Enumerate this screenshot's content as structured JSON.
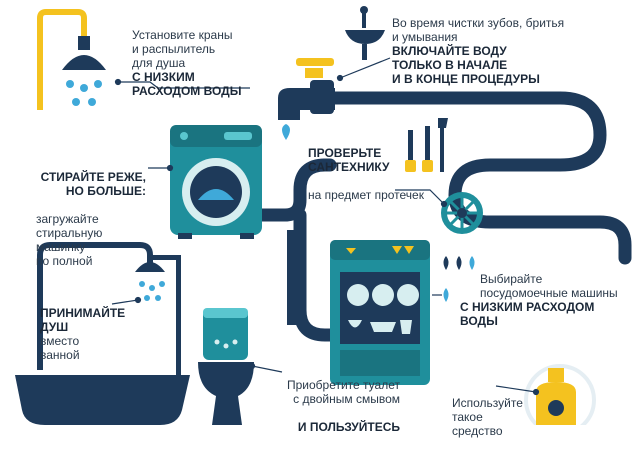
{
  "colors": {
    "pipe": "#1e3a5a",
    "teal": "#1f8f9c",
    "teal_light": "#5ac6cf",
    "yellow": "#f4c21f",
    "water": "#3fa9d9",
    "dark": "#1b2838"
  },
  "tips": {
    "shower": {
      "text": "Установите краны\nи распылитель\nдля душа",
      "bold": "С НИЗКИМ\nРАСХОДОМ ВОДЫ"
    },
    "brushing": {
      "text": "Во время чистки зубов, бритья\nи умывания",
      "bold1": "ВКЛЮЧАЙТЕ ВОДУ",
      "bold2": "ТОЛЬКО В НАЧАЛЕ\nИ В КОНЦЕ ПРОЦЕДУРЫ"
    },
    "plumbing": {
      "bold": "ПРОВЕРЬТЕ\nСАНТЕХНИКУ",
      "text": "на предмет протечек"
    },
    "laundry": {
      "bold": "СТИРАЙТЕ РЕЖЕ,\nНО БОЛЬШЕ:",
      "text": "загружайте\nстиральную машинку\nпо полной"
    },
    "dishwasher": {
      "text": "Выбирайте\nпосудомоечные машины",
      "bold": "С НИЗКИМ РАСХОДОМ\nВОДЫ"
    },
    "bath": {
      "bold": "ПРИНИМАЙТЕ\nДУШ",
      "text": "вместо\nванной"
    },
    "toilet": {
      "text": "Приобретите туалет\nс двойным смывом",
      "bold": "и пользуйтесь"
    },
    "detergent": {
      "text": "Используйте\nтакое\nсредство"
    }
  }
}
